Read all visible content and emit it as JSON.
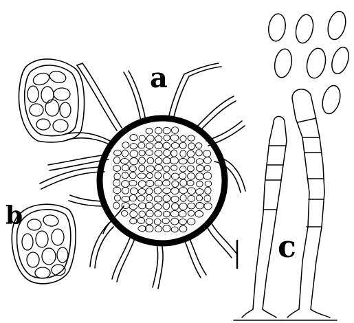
{
  "labels": {
    "a": "a",
    "b": "b",
    "c": "c"
  },
  "colors": {
    "ink": "#000000",
    "background": "#ffffff"
  },
  "figure": {
    "panels": [
      "a",
      "b",
      "c"
    ],
    "scale_bar": true
  }
}
